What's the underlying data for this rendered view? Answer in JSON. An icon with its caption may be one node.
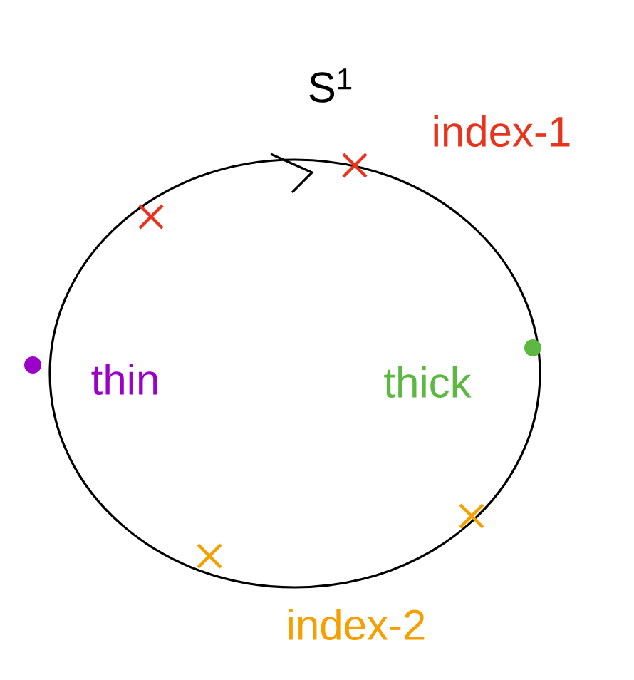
{
  "diagram": {
    "labels": [
      "S$^{1}$",
      "index-1",
      "thin",
      "thick",
      "index-2"
    ]
  }
}
